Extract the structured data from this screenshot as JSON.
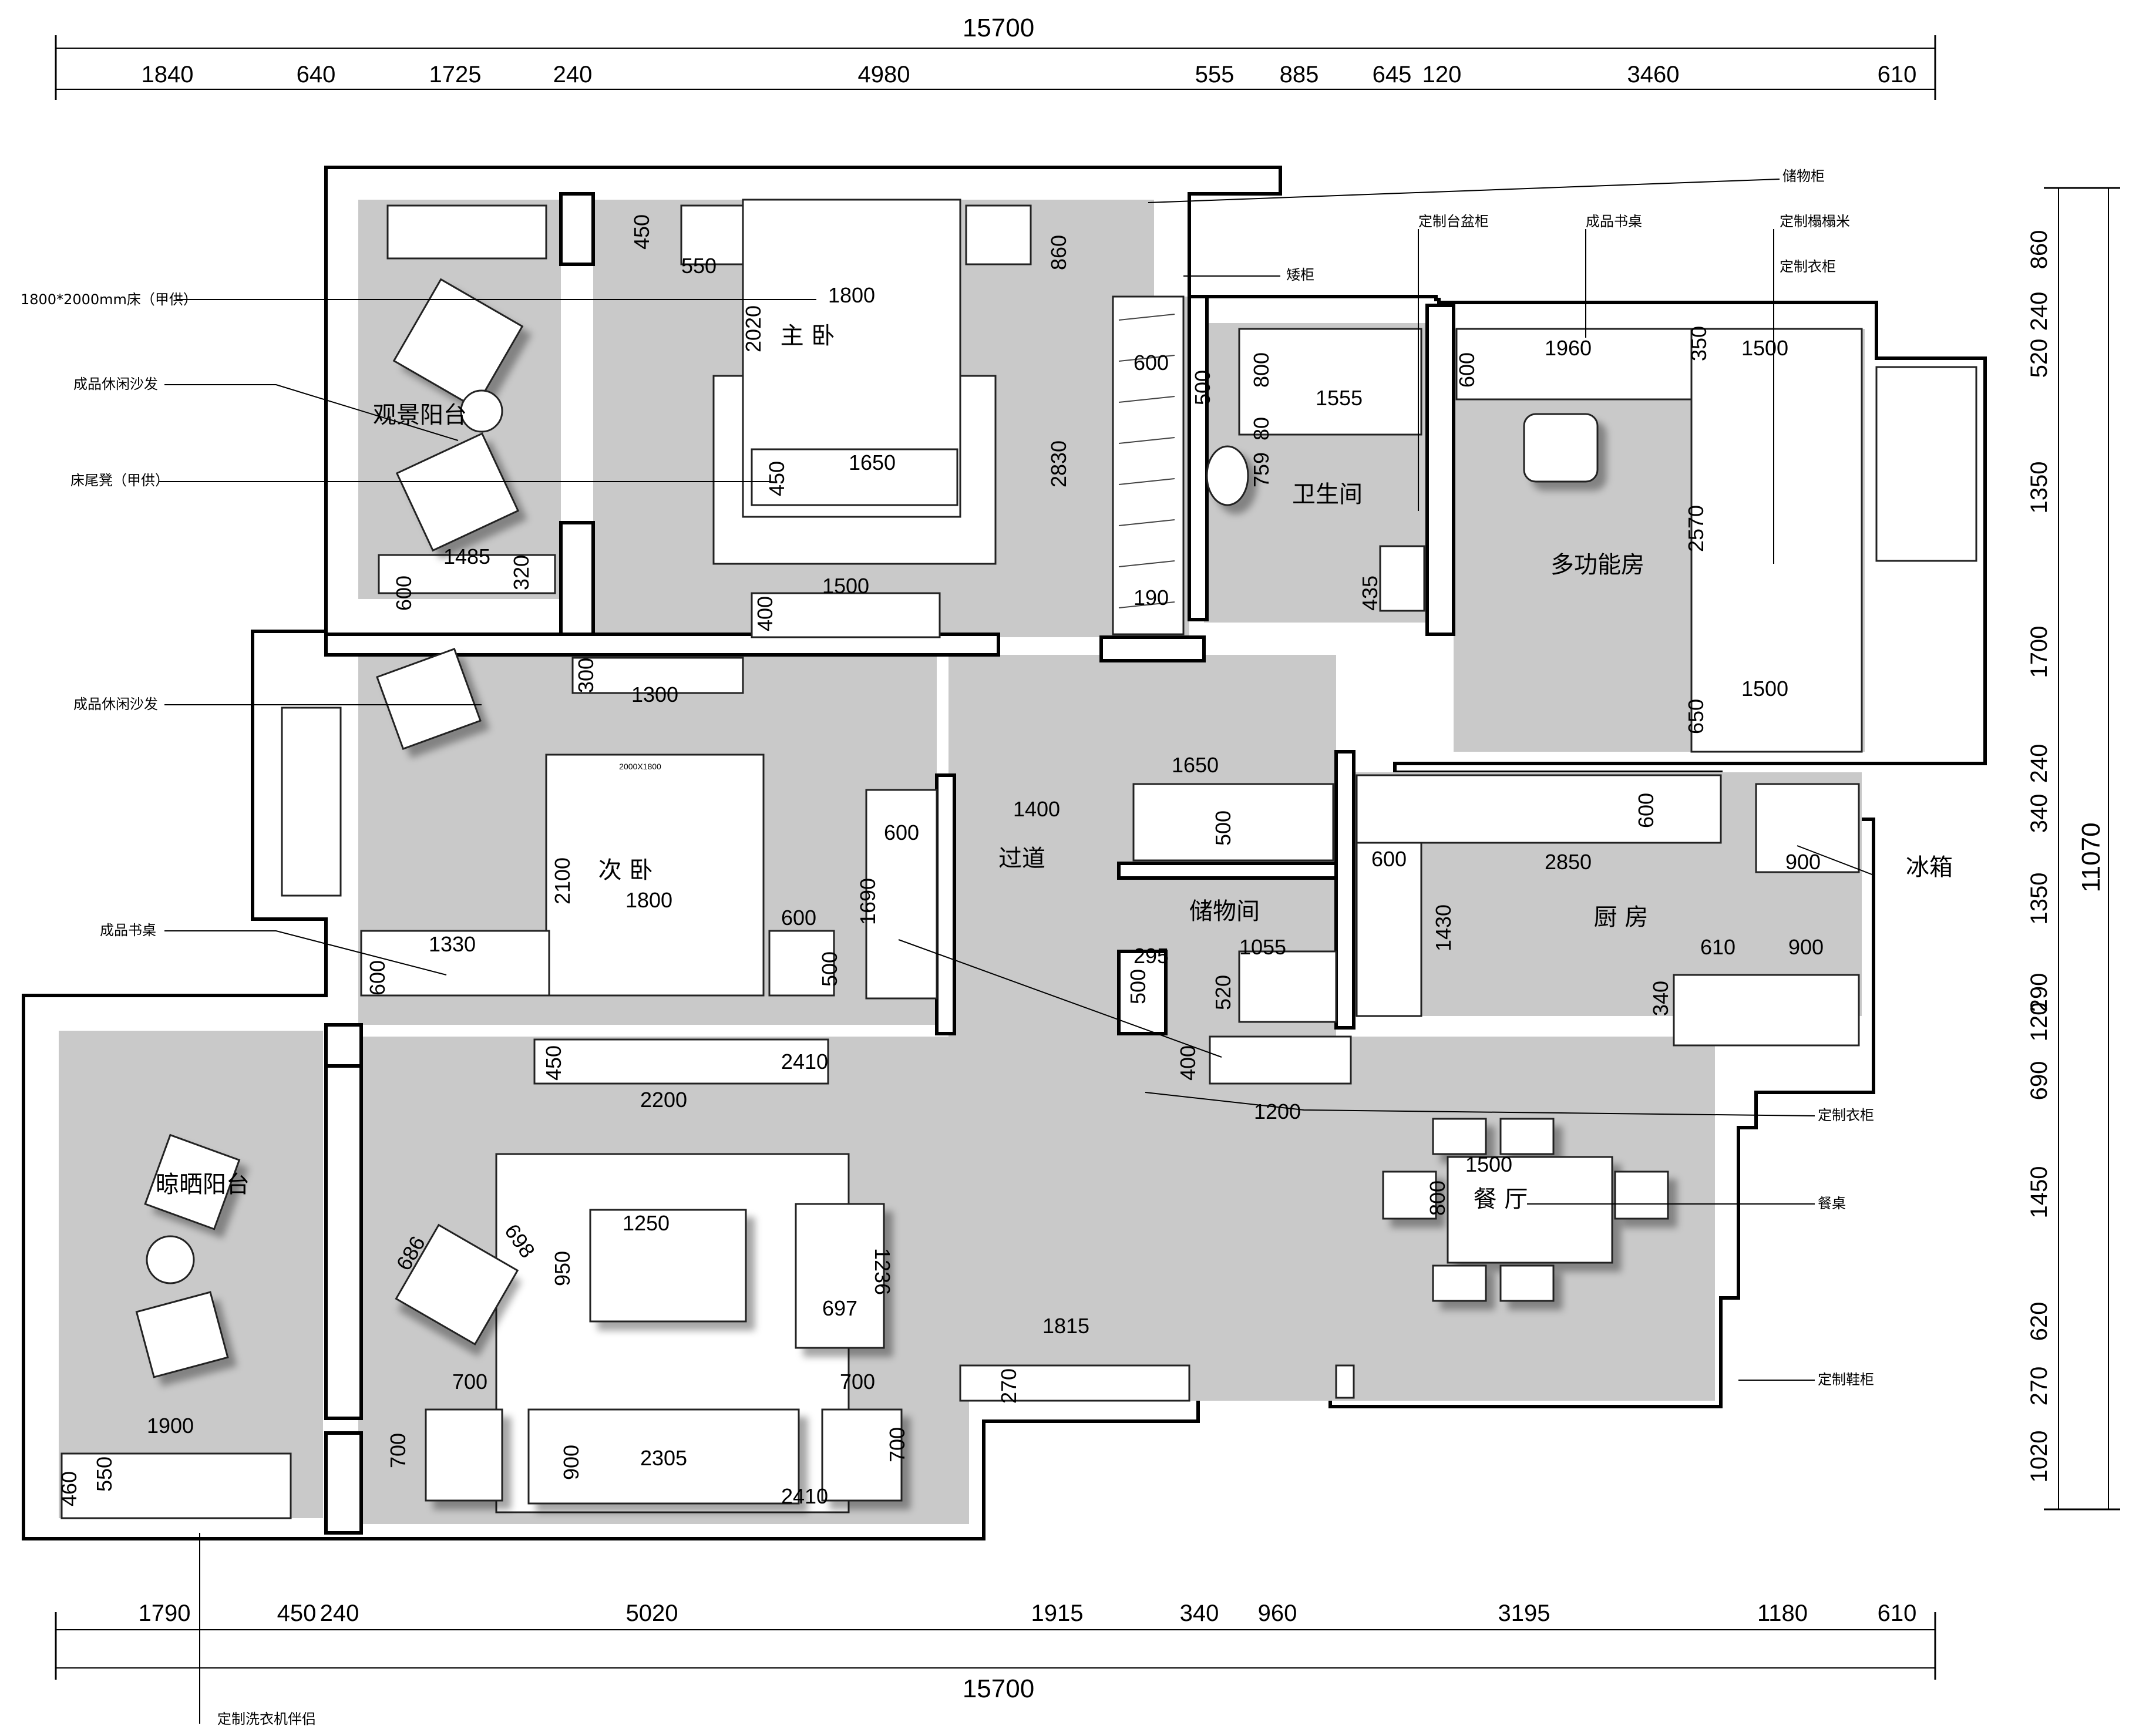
{
  "dimensions": {
    "top_total": "15700",
    "top": [
      "1840",
      "640",
      "1725",
      "240",
      "4980",
      "555",
      "885",
      "645",
      "120",
      "3460",
      "610"
    ],
    "bottom_total": "15700",
    "bottom": [
      "1790",
      "450",
      "240",
      "5020",
      "1915",
      "340",
      "960",
      "3195",
      "1180",
      "610"
    ],
    "right_total": "11070",
    "right": [
      "860",
      "240",
      "520",
      "1350",
      "1700",
      "240",
      "340",
      "1350",
      "290",
      "120",
      "690",
      "1450",
      "620",
      "270",
      "1020"
    ]
  },
  "rooms": {
    "master_bedroom": "主 卧",
    "view_balcony": "观景阳台",
    "bathroom": "卫生间",
    "multi_room": "多功能房",
    "second_bedroom": "次 卧",
    "corridor": "过道",
    "storage": "储物间",
    "kitchen": "厨 房",
    "dining": "餐 厅",
    "drying_balcony": "晾晒阳台"
  },
  "labels": {
    "fridge": "冰箱"
  },
  "notes": {
    "storage_cabinet": "储物柜",
    "custom_basin": "定制台盆柜",
    "desk_top": "成品书桌",
    "tatami": "定制榻榻米",
    "wardrobe_top": "定制衣柜",
    "low_cabinet": "矮柜",
    "bed": "1800*2000mm床（甲供）",
    "sofa1": "成品休闲沙发",
    "bench": "床尾凳（甲供）",
    "sofa2": "成品休闲沙发",
    "desk_left": "成品书桌",
    "wardrobe_mid": "定制衣柜",
    "dining_table": "餐桌",
    "shoe_cabinet": "定制鞋柜",
    "washer": "定制洗衣机伴侣"
  },
  "inner_dims": {
    "d450a": "450",
    "d550": "550",
    "d860": "860",
    "d1800a": "1800",
    "d2020": "2020",
    "d450b": "450",
    "d1650a": "1650",
    "d1500a": "1500",
    "d400a": "400",
    "d2830": "2830",
    "d600a": "600",
    "d190": "190",
    "d1485": "1485",
    "d320": "320",
    "d600b": "600",
    "d500a": "500",
    "d800a": "800",
    "d1555": "1555",
    "d80": "80",
    "d759": "759",
    "d435": "435",
    "d1960": "1960",
    "d600c": "600",
    "d350": "350",
    "d1500b": "1500",
    "d2570": "2570",
    "d1500c": "1500",
    "d650": "650",
    "d300": "300",
    "d1300": "1300",
    "bedtag": "2000X1800",
    "d2100": "2100",
    "d1800b": "1800",
    "d600d": "600",
    "d1330": "1330",
    "d600e": "600",
    "d600f": "600",
    "d500b": "500",
    "d1690": "1690",
    "d1400": "1400",
    "d1650b": "1650",
    "d500c": "500",
    "d295": "295",
    "d1055": "1055",
    "d500d": "500",
    "d520": "520",
    "d600g": "600",
    "d2850": "2850",
    "d600h": "600",
    "d1430": "1430",
    "d610": "610",
    "d900a": "900",
    "d900b": "900",
    "d340": "340",
    "d400b": "400",
    "d1200": "1200",
    "d450c": "450",
    "d2410a": "2410",
    "d2200": "2200",
    "d1500d": "1500",
    "d800b": "800",
    "d1250": "1250",
    "d950": "950",
    "d686": "686",
    "d698": "698",
    "d1236": "1236",
    "d697": "697",
    "d1815": "1815",
    "d270": "270",
    "d700a": "700",
    "d700b": "700",
    "d700c": "700",
    "d700d": "700",
    "d900c": "900",
    "d2305": "2305",
    "d2410b": "2410",
    "d1900": "1900",
    "d460": "460",
    "d550b": "550"
  }
}
